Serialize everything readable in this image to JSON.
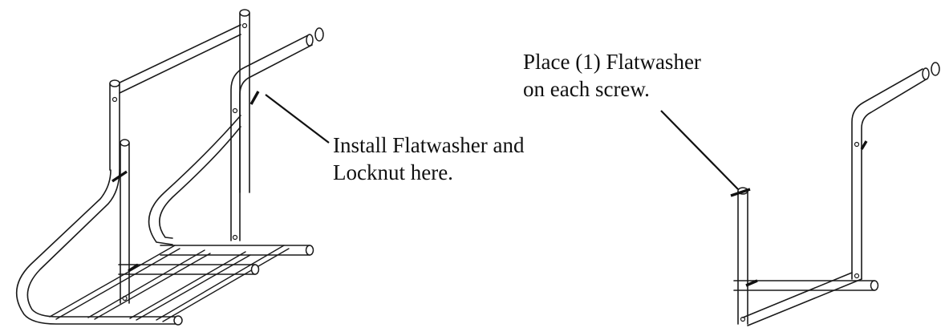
{
  "callouts": {
    "left": {
      "line1": "Install Flatwasher and",
      "line2": "Locknut here."
    },
    "right": {
      "line1": "Place (1) Flatwasher",
      "line2": "on each screw."
    }
  },
  "colors": {
    "ink": "#1a1a1a",
    "background": "#ffffff"
  }
}
